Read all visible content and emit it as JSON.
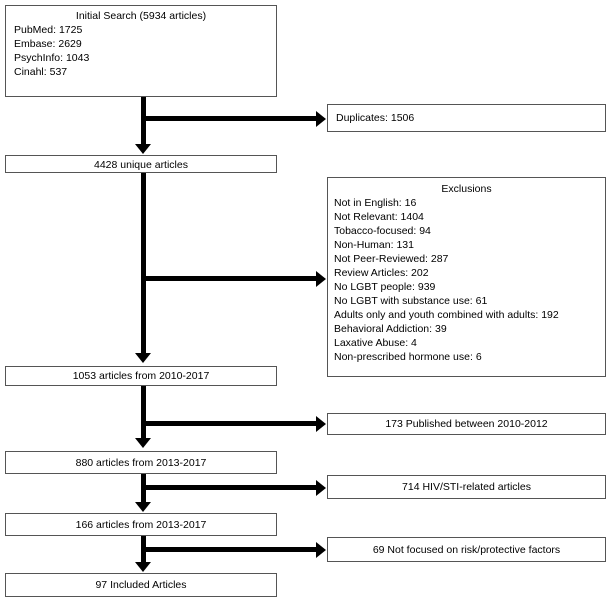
{
  "initial_search": {
    "title": "Initial Search (5934 articles)",
    "sources": [
      "PubMed: 1725",
      "Embase: 2629",
      "PsychInfo: 1043",
      "Cinahl: 537"
    ]
  },
  "duplicates": "Duplicates: 1506",
  "unique": "4428  unique articles",
  "exclusions": {
    "title": "Exclusions",
    "items": [
      "Not in English: 16",
      "Not Relevant: 1404",
      "Tobacco-focused: 94",
      "Non-Human:  131",
      "Not Peer-Reviewed: 287",
      "Review Articles: 202",
      "No LGBT people: 939",
      "No LGBT with substance use: 61",
      "Adults only and youth combined with adults: 192",
      "Behavioral Addiction: 39",
      "Laxative Abuse:  4",
      "Non-prescribed hormone use: 6"
    ]
  },
  "step_1053": "1053  articles from 2010-2017",
  "excl_173": "173  Published between 2010-2012",
  "step_880": "880  articles from 2013-2017",
  "excl_714": "714  HIV/STI-related articles",
  "step_166": "166  articles from 2013-2017",
  "excl_69": "69  Not focused on risk/protective factors",
  "included": "97 Included Articles"
}
